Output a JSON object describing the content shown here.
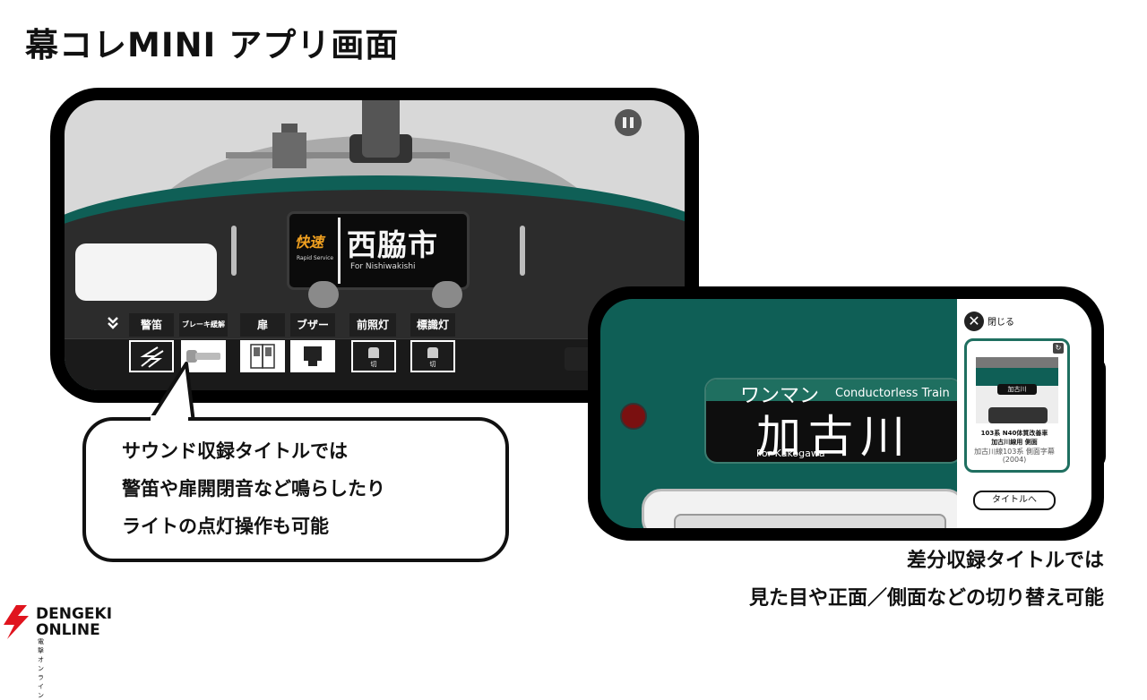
{
  "page_title": "幕コレMINI アプリ画面",
  "phone1": {
    "sign": {
      "type_jp": "快速",
      "type_en": "Rapid Service",
      "dest_jp": "西脇市",
      "dest_en": "For Nishiwakishi"
    },
    "controls": {
      "horn": "警笛",
      "brake": "ブレーキ緩解",
      "door": "扉",
      "buzzer": "ブザー",
      "headlight": "前照灯",
      "marker": "標識灯",
      "headlight_state": "切",
      "marker_state": "切"
    },
    "icons": [
      "pause-icon",
      "chevron-double-down-icon",
      "horn-icon",
      "brake-icon",
      "door-icon",
      "buzzer-icon",
      "lamp-switch-icon",
      "refresh-icon"
    ]
  },
  "phone2": {
    "sign": {
      "oneman_jp": "ワンマン",
      "oneman_en": "Conductorless Train",
      "dest_jp": "加古川",
      "dest_en": "For Kakogawa"
    },
    "panel": {
      "close_label": "閉じる",
      "thumb_sign": "加古川",
      "thumb_line1": "103系 N40体質改善車",
      "thumb_line2": "加古川線用 側面",
      "thumb_line3": "加古川線103系 側面字幕",
      "thumb_line4": "(2004)",
      "title_button": "タイトルへ"
    }
  },
  "bubble": {
    "line1": "サウンド収録タイトルでは",
    "line2": "警笛や扉開閉音など鳴らしたり",
    "line3": "ライトの点灯操作も可能"
  },
  "caption": {
    "line1": "差分収録タイトルでは",
    "line2": "見た目や正面／側面などの切り替え可能"
  },
  "logo": {
    "line1": "DENGEKI",
    "line2": "ONLINE",
    "line3": "電撃オンライン"
  },
  "colors": {
    "teal": "#0f5f56",
    "rapid_orange": "#f0a020",
    "brand_red": "#e0141e"
  }
}
